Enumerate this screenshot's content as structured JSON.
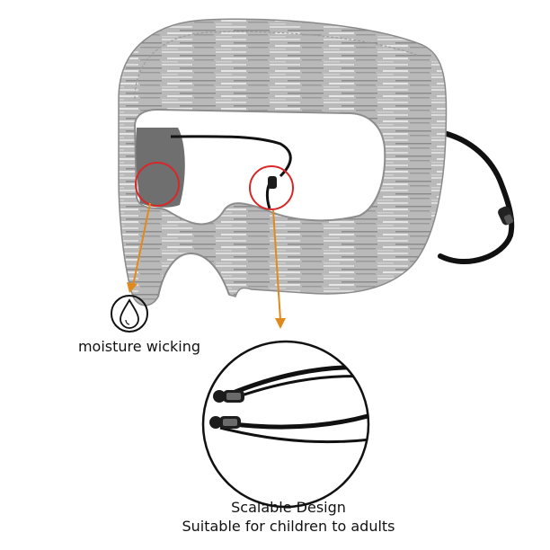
{
  "product": {
    "feature_moisture": "moisture wicking",
    "caption_line1": "Scalable Design",
    "caption_line2": "Suitable for children to adults"
  },
  "colors": {
    "fabric": "#b9b9b9",
    "fabric_dark": "#8e8e8e",
    "lining": "#6f6f6f",
    "strap": "#111111",
    "highlight_circle": "#d62828",
    "arrow": "#e08a1e"
  },
  "icons": [
    "water-drop-icon"
  ]
}
